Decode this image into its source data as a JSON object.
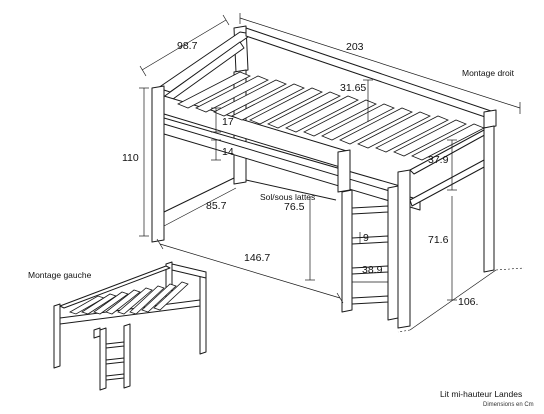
{
  "labels": {
    "view_right": "Montage droit",
    "view_left": "Montage gauche",
    "product_title": "Lit mi-hauteur Landes",
    "units_note": "Dimensions en Cm",
    "floor_slats_note": "Sol/sous lattes"
  },
  "dimensions": {
    "width_top": "98.7",
    "length_top": "203",
    "height_total": "110",
    "rail_height": "31.65",
    "gap_upper": "17",
    "gap_lower": "14",
    "post_height": "37.9",
    "under_width": "85.7",
    "floor_to_slats": "76.5",
    "under_length": "146.7",
    "rung_spacing": "9",
    "ladder_height": "71.6",
    "ladder_width": "38.9",
    "depth_bottom": "106."
  }
}
